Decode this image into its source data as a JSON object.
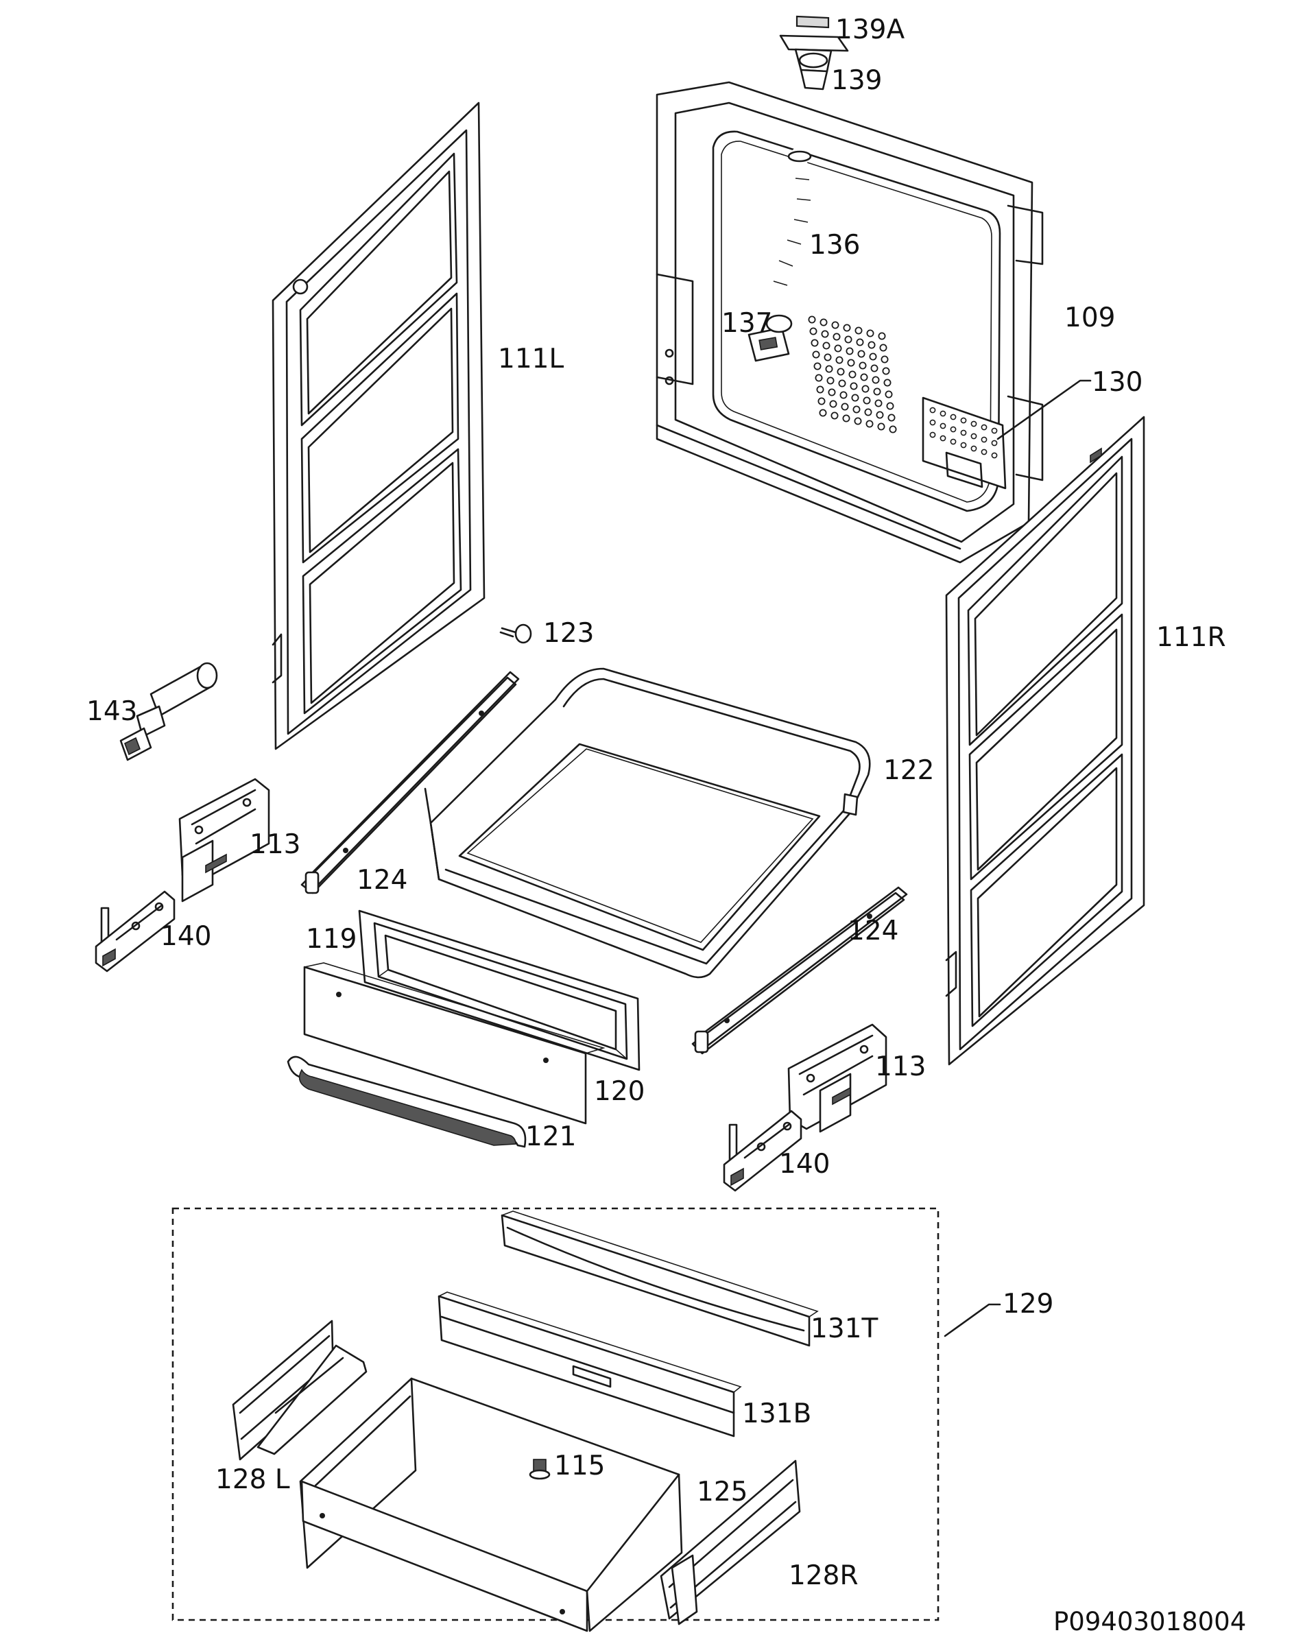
{
  "labels": {
    "l139A": "139A",
    "l139": "139",
    "l136": "136",
    "l109": "109",
    "l137": "137",
    "l130": "130",
    "l111L": "111L",
    "l111R": "111R",
    "l123": "123",
    "l122": "122",
    "l143": "143",
    "l113a": "113",
    "l113b": "113",
    "l124a": "124",
    "l124b": "124",
    "l140a": "140",
    "l140b": "140",
    "l119": "119",
    "l120": "120",
    "l121": "121",
    "l129": "129",
    "l131T": "131T",
    "l131B": "131B",
    "l115": "115",
    "l125": "125",
    "l128L": "128 L",
    "l128R": "128R"
  },
  "drawing_number": "P09403018004"
}
